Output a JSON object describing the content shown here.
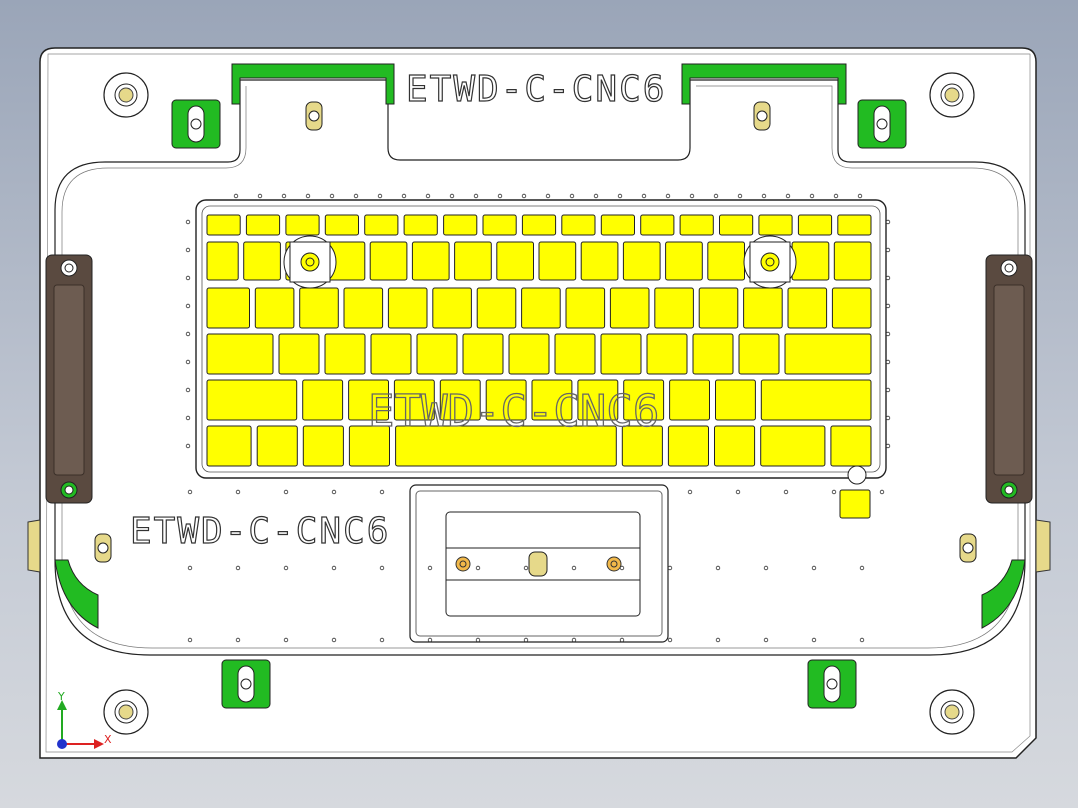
{
  "drawing": {
    "part_label_top": "ETWD-C-CNC6",
    "part_label_left": "ETWD-C-CNC6",
    "part_label_center": "ETWD-C-CNC6"
  },
  "triad": {
    "y_label": "Y",
    "x_label": "X"
  },
  "colors": {
    "plate": "#ffffff",
    "line": "#222222",
    "key": "#ffff00",
    "clamp": "#22bb22",
    "handle": "#5a4a40",
    "accent": "#e6d98a",
    "screw": "#f2b94a"
  },
  "keyboard_rows": [
    {
      "keys": [
        32,
        32,
        32,
        32,
        32,
        32,
        32,
        32,
        32,
        32,
        32,
        32,
        32,
        32,
        32,
        32,
        32
      ]
    },
    {
      "keys": [
        34,
        40,
        40,
        40,
        40,
        40,
        40,
        40,
        40,
        40,
        40,
        40,
        40,
        40,
        40,
        40
      ]
    },
    {
      "keys": [
        44,
        40,
        40,
        40,
        40,
        40,
        40,
        40,
        40,
        40,
        40,
        40,
        40,
        40,
        40
      ]
    },
    {
      "keys": [
        66,
        40,
        40,
        40,
        40,
        40,
        40,
        40,
        40,
        40,
        40,
        40,
        86
      ]
    },
    {
      "keys": [
        90,
        40,
        40,
        40,
        40,
        40,
        40,
        40,
        40,
        40,
        40,
        110
      ]
    },
    {
      "keys": [
        44,
        40,
        40,
        40,
        220,
        40,
        40,
        40,
        64,
        40
      ]
    }
  ]
}
